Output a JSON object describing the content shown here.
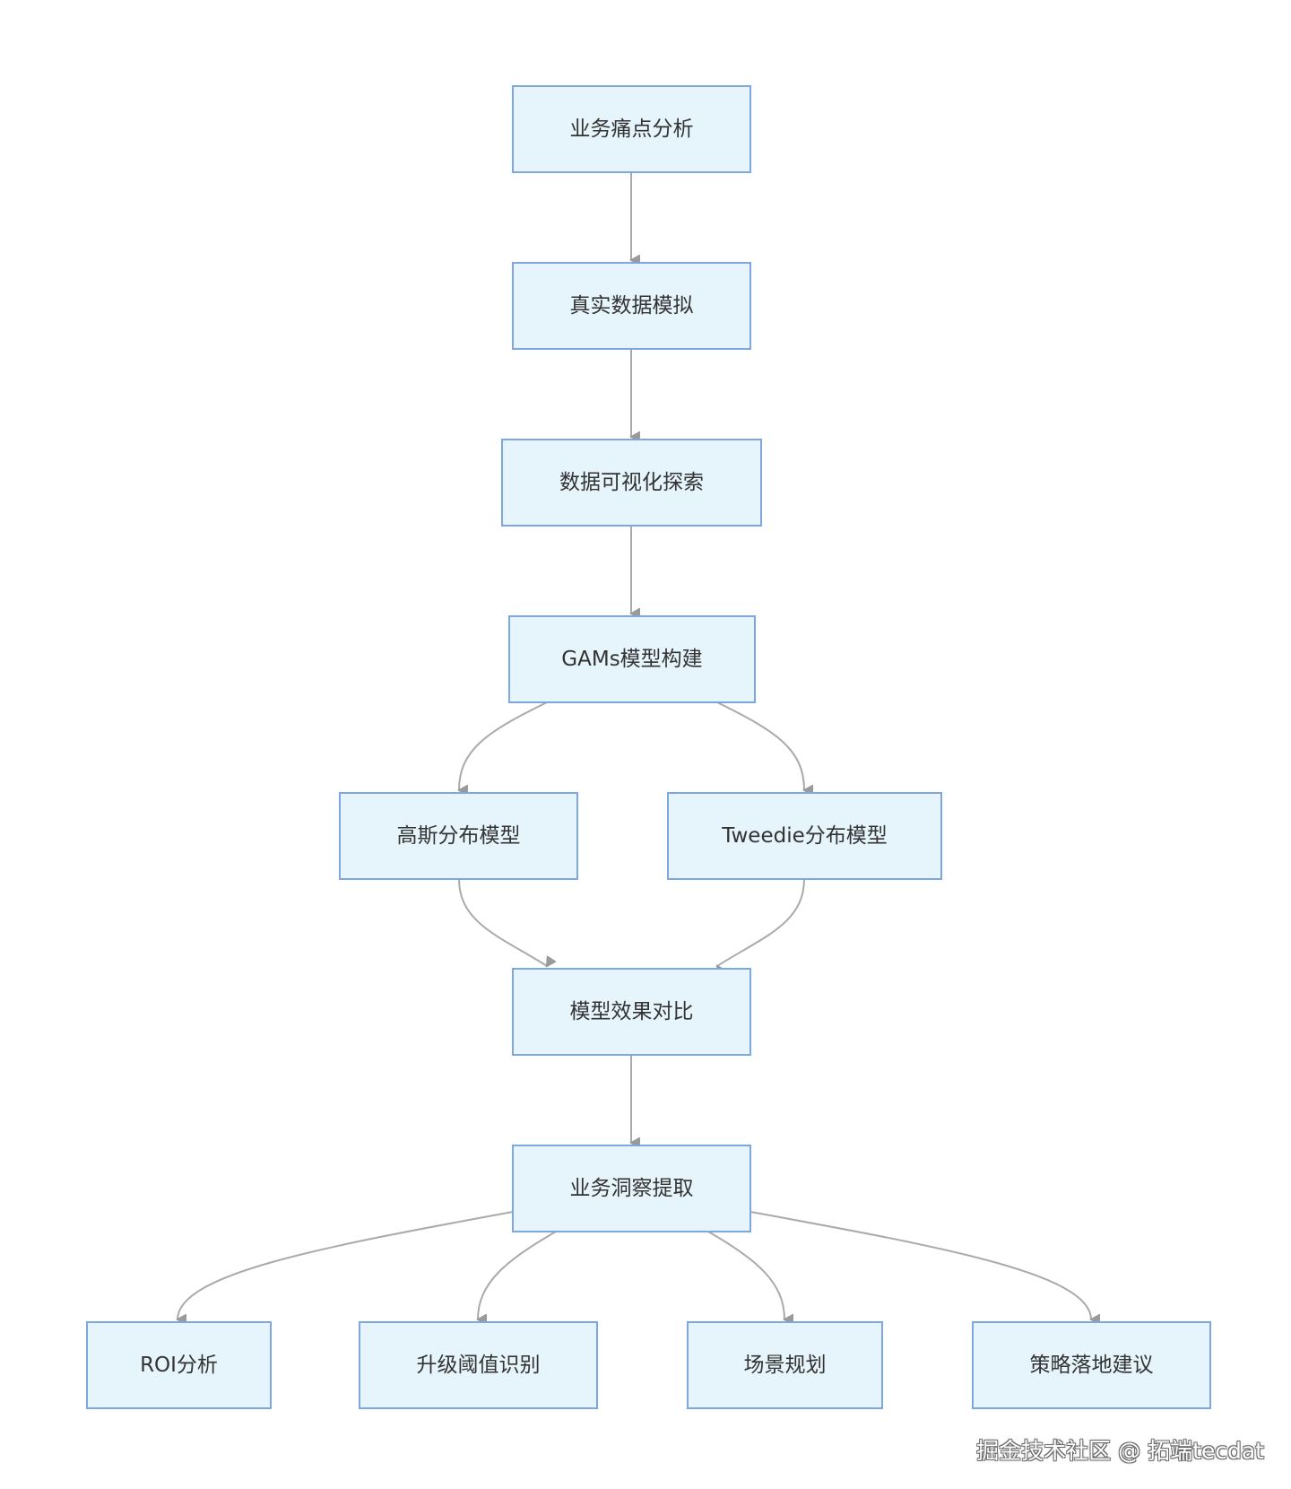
{
  "diagram": {
    "type": "flowchart",
    "direction": "top-down",
    "colors": {
      "node_fill": "#e6f4fc",
      "node_border": "#7ea6e0",
      "edge": "#aaaaaa",
      "text": "#333333"
    },
    "nodes": [
      {
        "id": "pain_points",
        "label": "业务痛点分析"
      },
      {
        "id": "data_sim",
        "label": "真实数据模拟"
      },
      {
        "id": "eda",
        "label": "数据可视化探索"
      },
      {
        "id": "gams",
        "label": "GAMs模型构建"
      },
      {
        "id": "gaussian",
        "label": "高斯分布模型"
      },
      {
        "id": "tweedie",
        "label": "Tweedie分布模型"
      },
      {
        "id": "compare",
        "label": "模型效果对比"
      },
      {
        "id": "insight",
        "label": "业务洞察提取"
      },
      {
        "id": "roi",
        "label": "ROI分析"
      },
      {
        "id": "threshold",
        "label": "升级阈值识别"
      },
      {
        "id": "scenario",
        "label": "场景规划"
      },
      {
        "id": "strategy",
        "label": "策略落地建议"
      }
    ],
    "edges": [
      {
        "from": "pain_points",
        "to": "data_sim"
      },
      {
        "from": "data_sim",
        "to": "eda"
      },
      {
        "from": "eda",
        "to": "gams"
      },
      {
        "from": "gams",
        "to": "gaussian"
      },
      {
        "from": "gams",
        "to": "tweedie"
      },
      {
        "from": "gaussian",
        "to": "compare"
      },
      {
        "from": "tweedie",
        "to": "compare"
      },
      {
        "from": "compare",
        "to": "insight"
      },
      {
        "from": "insight",
        "to": "roi"
      },
      {
        "from": "insight",
        "to": "threshold"
      },
      {
        "from": "insight",
        "to": "scenario"
      },
      {
        "from": "insight",
        "to": "strategy"
      }
    ]
  },
  "watermark": {
    "text": "掘金技术社区 @ 拓端tecdat"
  }
}
